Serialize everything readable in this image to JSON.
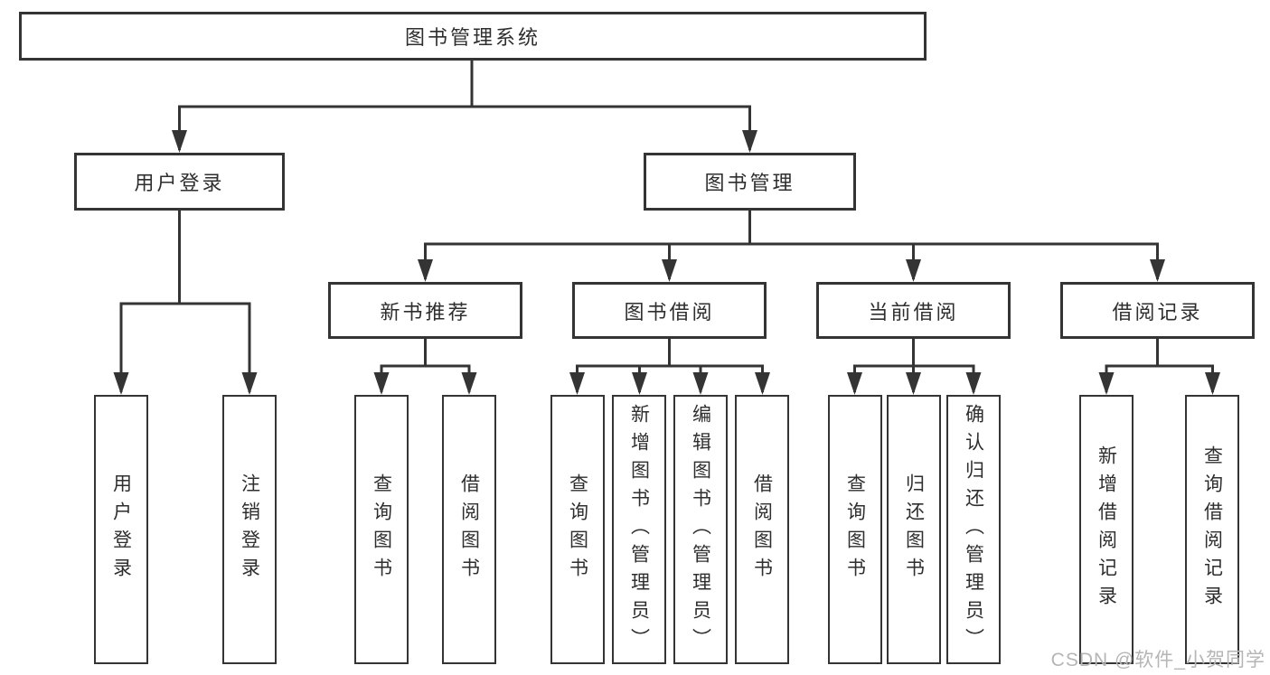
{
  "tree": {
    "root": {
      "label": "图书管理系统"
    },
    "branches": [
      {
        "label": "用户登录",
        "leaves": [
          {
            "label": "用户登录"
          },
          {
            "label": "注销登录"
          }
        ]
      },
      {
        "label": "图书管理",
        "groups": [
          {
            "label": "新书推荐",
            "leaves": [
              {
                "label": "查询图书"
              },
              {
                "label": "借阅图书"
              }
            ]
          },
          {
            "label": "图书借阅",
            "leaves": [
              {
                "label": "查询图书"
              },
              {
                "label": "新增图书（管理员）"
              },
              {
                "label": "编辑图书（管理员）"
              },
              {
                "label": "借阅图书"
              }
            ]
          },
          {
            "label": "当前借阅",
            "leaves": [
              {
                "label": "查询图书"
              },
              {
                "label": "归还图书"
              },
              {
                "label": "确认归还（管理员）"
              }
            ]
          },
          {
            "label": "借阅记录",
            "leaves": [
              {
                "label": "新增借阅记录"
              },
              {
                "label": "查询借阅记录"
              }
            ]
          }
        ]
      }
    ]
  },
  "watermark": {
    "text": "CSDN @软件_小贺同学"
  },
  "colors": {
    "line": "#343434",
    "box_border": "#343434",
    "text": "#2e2e2e",
    "watermark": "#b5b5b5",
    "background": "#ffffff"
  }
}
